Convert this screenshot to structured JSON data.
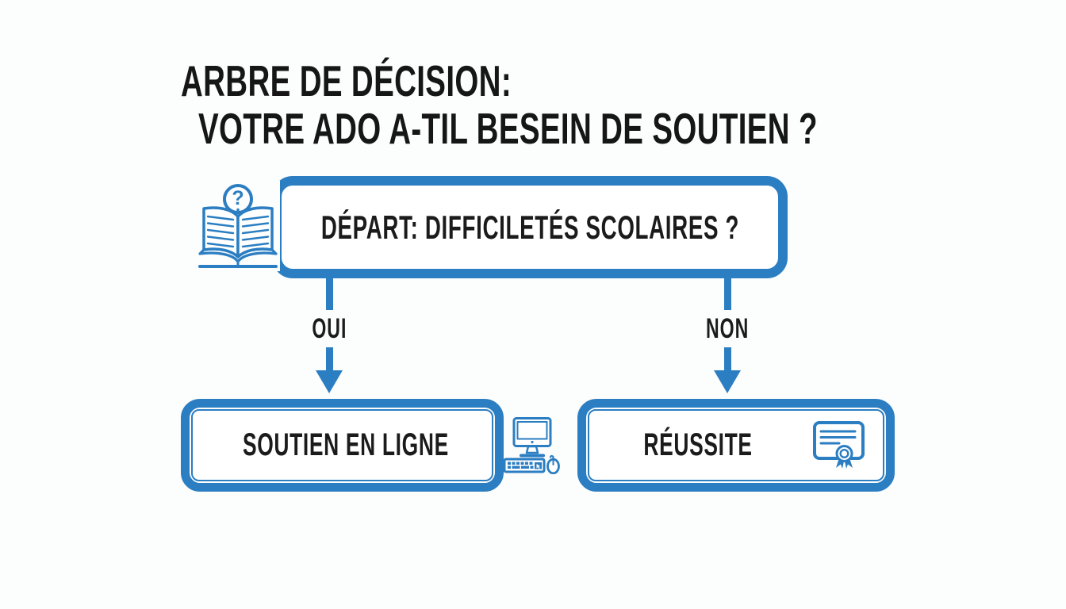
{
  "colors": {
    "accent_blue": "#2b7ec2",
    "text": "#1b1b1b",
    "background": "#fcfdfd"
  },
  "title": {
    "line1": "ARBRE DE DÉCISION:",
    "line2": "VOTRE ADO A-TIL BESEIN DE SOUTIEN ?"
  },
  "tree": {
    "root": {
      "label": "DÉPART: DIFFICILETÉS SCOLAIRES ?",
      "icon": "book-question-icon"
    },
    "branches": [
      {
        "label": "OUI",
        "target": {
          "label": "SOUTIEN EN LIGNE",
          "icon": "computer-icon"
        }
      },
      {
        "label": "NON",
        "target": {
          "label": "RÉUSSITE",
          "icon": "certificate-icon"
        }
      }
    ]
  }
}
